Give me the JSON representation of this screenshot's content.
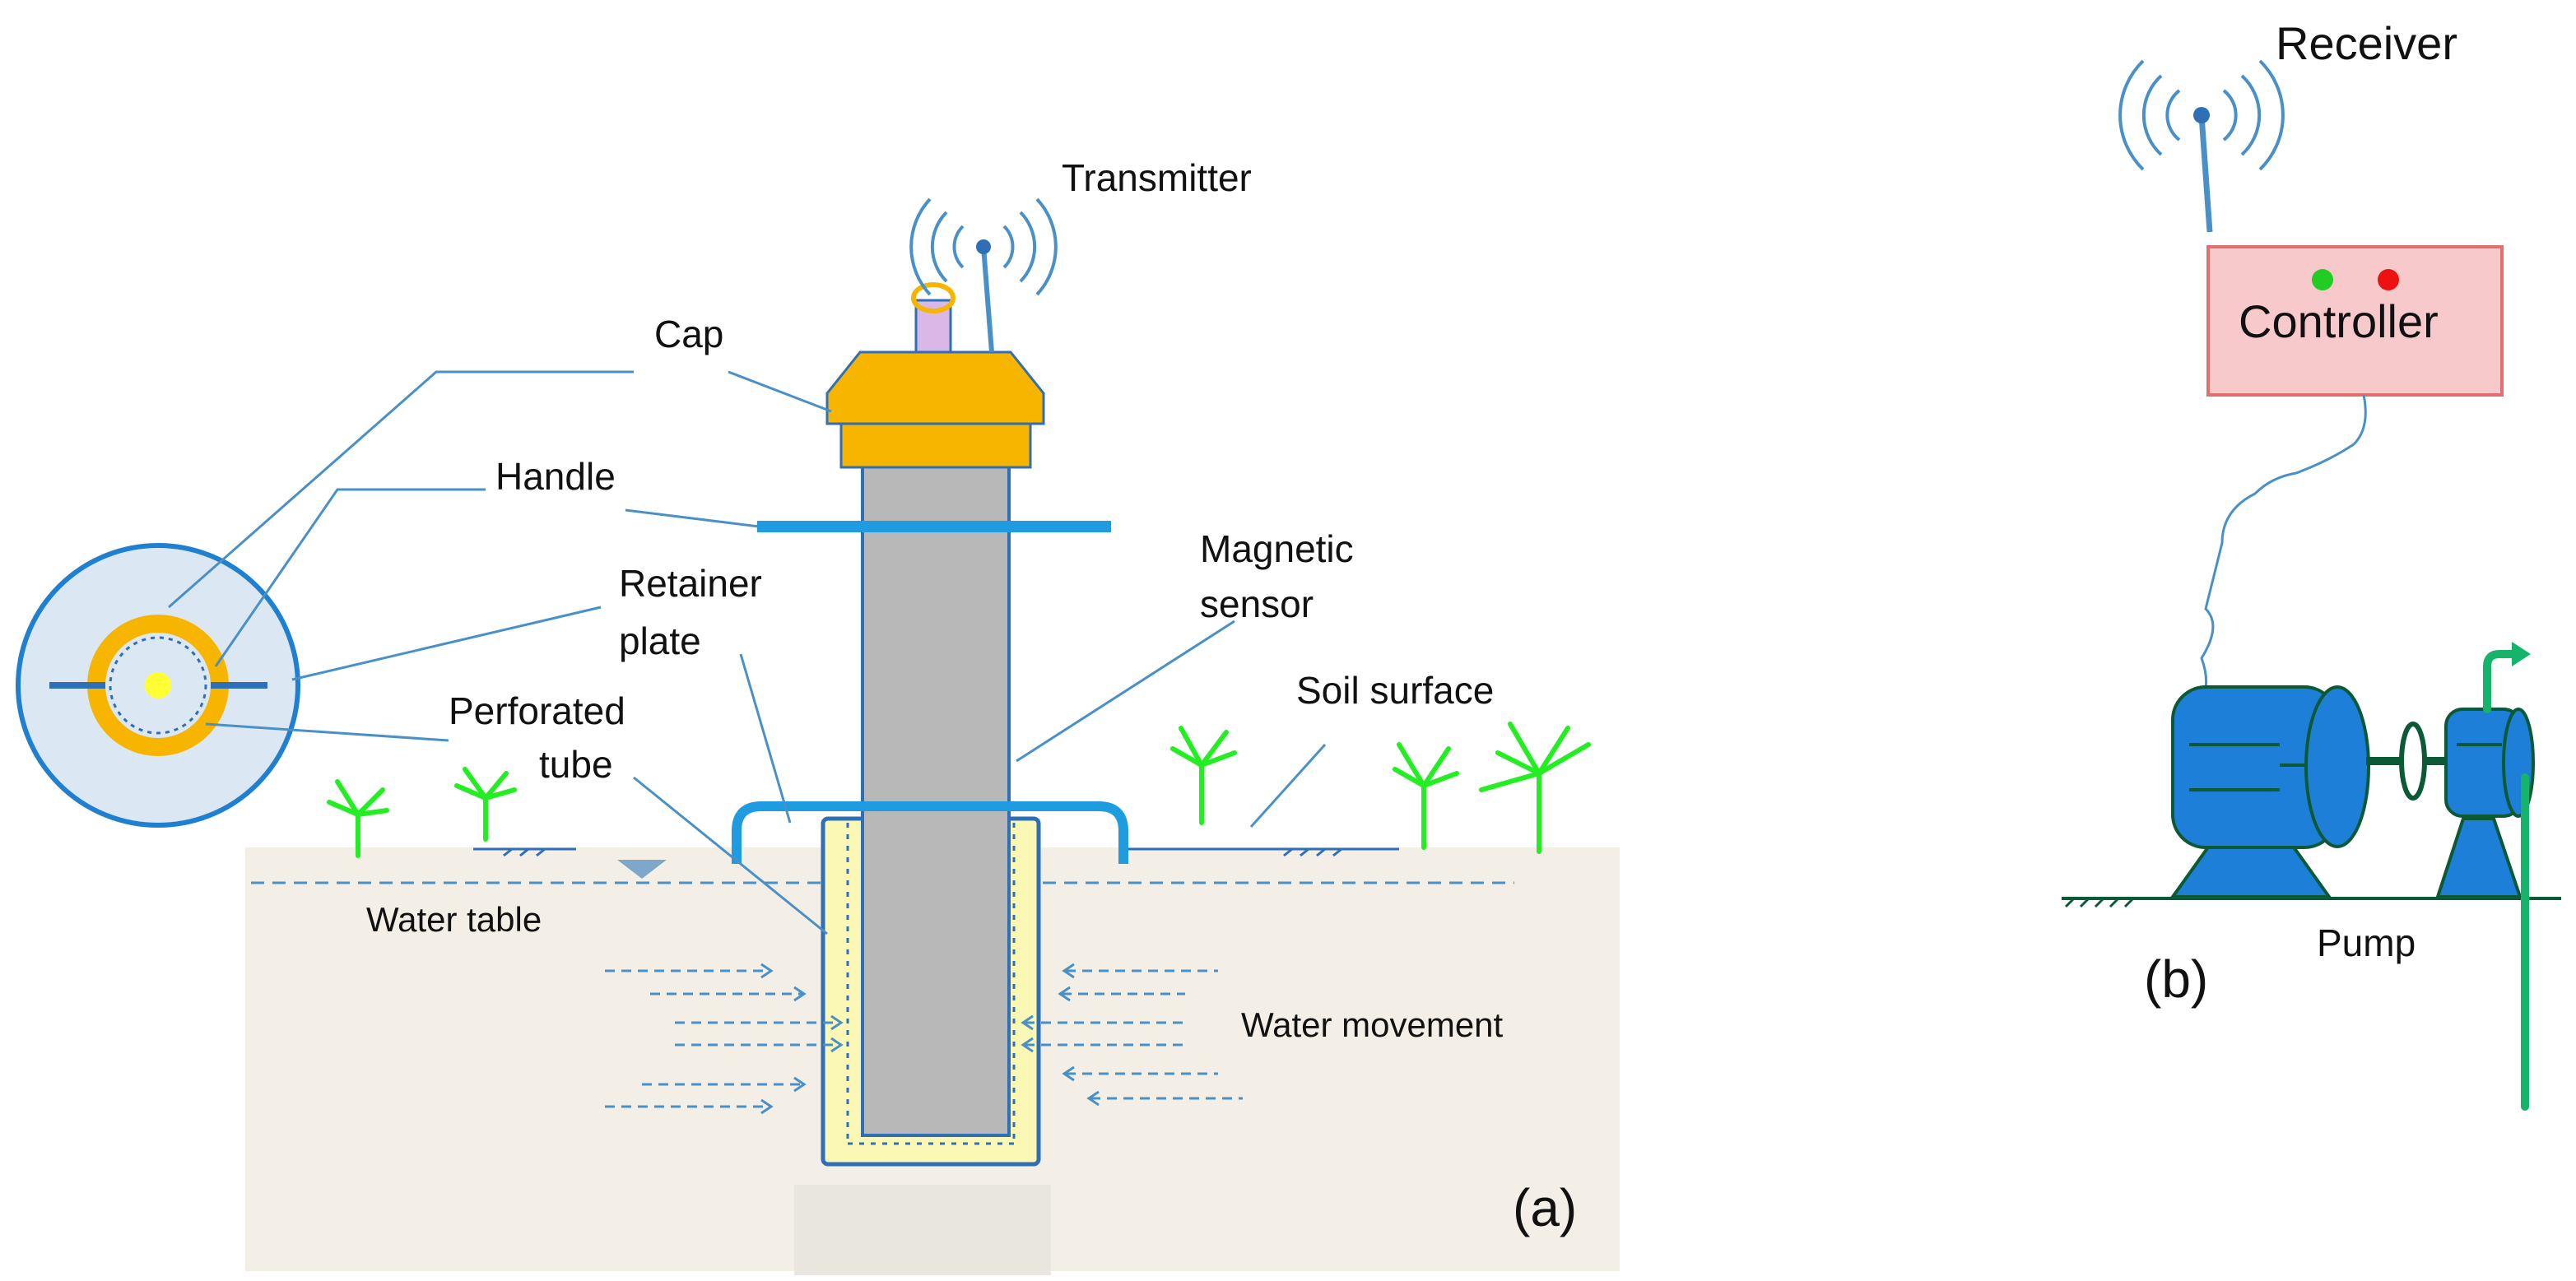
{
  "labels": {
    "transmitter": "Transmitter",
    "cap": "Cap",
    "handle": "Handle",
    "retainer_plate_1": "Retainer",
    "retainer_plate_2": "plate",
    "magnetic_sensor_1": "Magnetic",
    "magnetic_sensor_2": "sensor",
    "perforated_tube_1": "Perforated",
    "perforated_tube_2": "tube",
    "soil_surface": "Soil surface",
    "water_table": "Water table",
    "water_movement": "Water movement",
    "panel_a": "(a)",
    "receiver": "Receiver",
    "controller": "Controller",
    "pump": "Pump",
    "panel_b": "(b)"
  },
  "colors": {
    "soil": "#f3efe7",
    "cap": "#f7b500",
    "sensor_rod": "#b8b8b8",
    "tube_fill": "#fbf7b5",
    "outline_blue": "#2f6fb6",
    "line_blue": "#4a90c8",
    "handle_blue": "#1f9be0",
    "controller_fill": "#f8c9cb",
    "controller_border": "#e07070",
    "led_green": "#22cc22",
    "led_red": "#ee1111",
    "pump_blue": "#1e7fd8",
    "pump_outline": "#0b5a35",
    "pipe_green": "#16b36b",
    "plant_green": "#22ee22",
    "inset_fill": "#dbe7f3",
    "inset_core": "#ffff33"
  }
}
